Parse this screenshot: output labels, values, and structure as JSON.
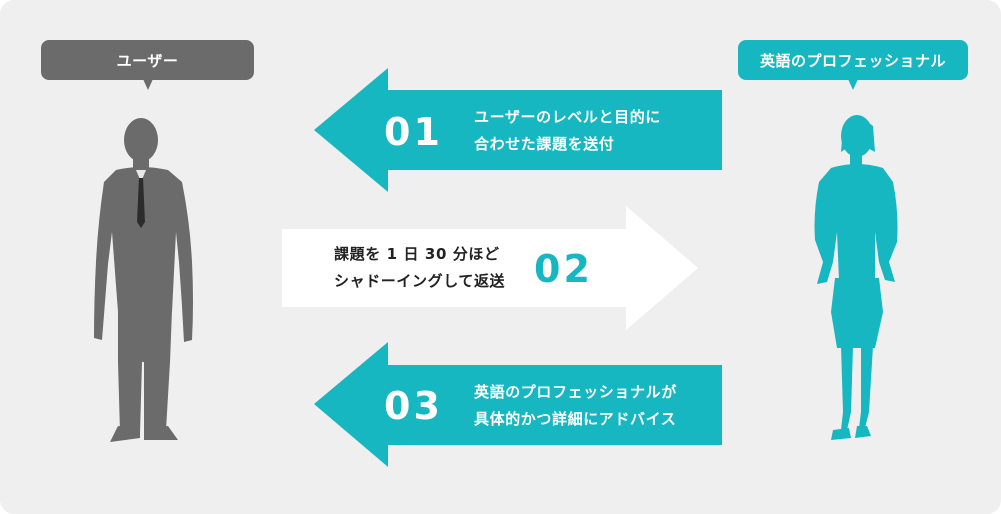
{
  "labels": {
    "user": "ユーザー",
    "pro": "英語のプロフェッショナル"
  },
  "steps": [
    {
      "num": "01",
      "line1": "ユーザーのレベルと目的に",
      "line2": "合わせた課題を送付"
    },
    {
      "num": "02",
      "line1": "課題を 1 日 30 分ほど",
      "line2": "シャドーイングして返送"
    },
    {
      "num": "03",
      "line1": "英語のプロフェッショナルが",
      "line2": "具体的かつ詳細にアドバイス"
    }
  ],
  "colors": {
    "background": "#efefef",
    "user_gray": "#6b6b6b",
    "accent_teal": "#17b7c2",
    "arrow_white": "#ffffff"
  },
  "icons": {
    "user": "businessman-silhouette-icon",
    "pro": "businesswoman-silhouette-icon"
  }
}
